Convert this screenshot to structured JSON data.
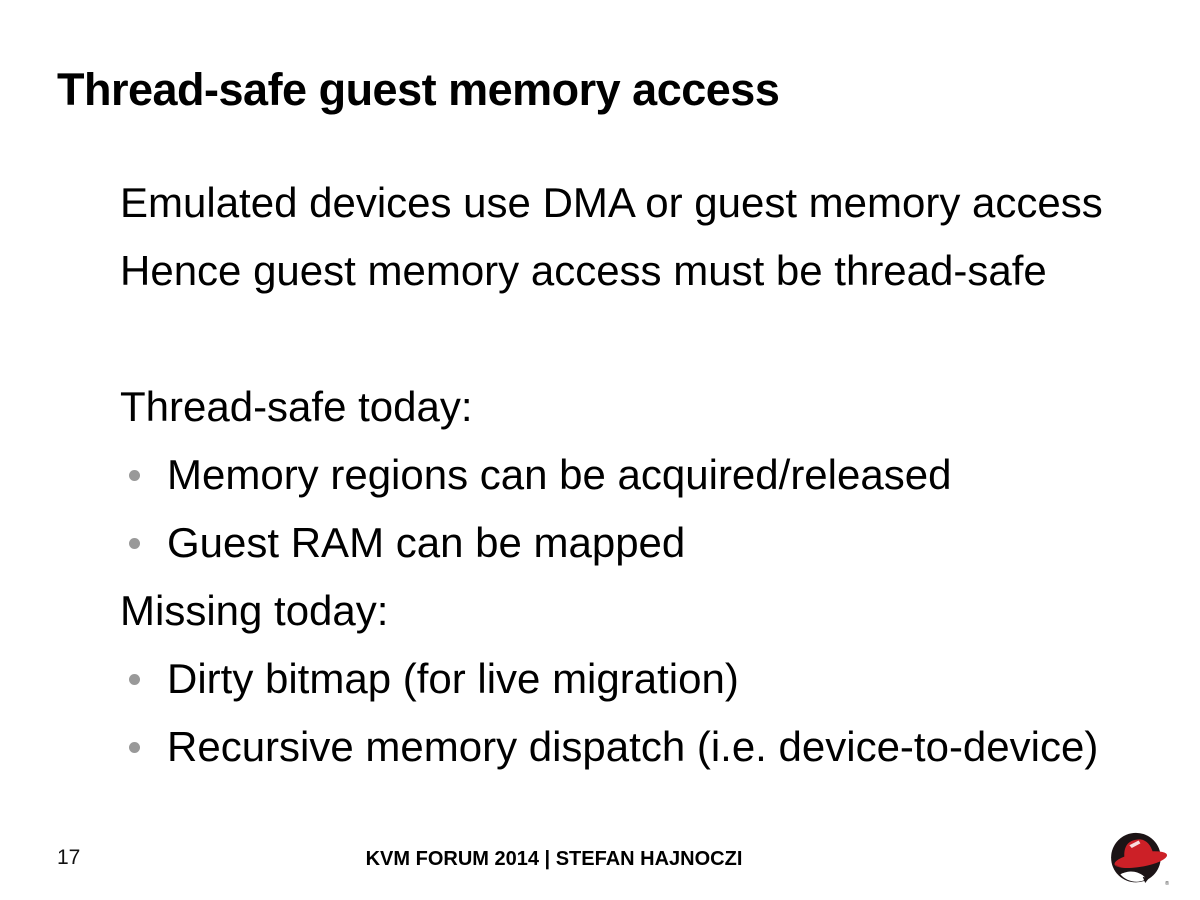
{
  "slide": {
    "title": "Thread-safe guest memory access"
  },
  "content": {
    "lines": [
      {
        "type": "text",
        "text": "Emulated devices use DMA or guest memory access"
      },
      {
        "type": "text",
        "text": "Hence guest memory access must be thread-safe"
      },
      {
        "type": "spacer",
        "text": ""
      },
      {
        "type": "text",
        "text": "Thread-safe today:"
      },
      {
        "type": "bullet",
        "text": "Memory regions can be acquired/released"
      },
      {
        "type": "bullet",
        "text": "Guest RAM can be mapped"
      },
      {
        "type": "text",
        "text": "Missing today:"
      },
      {
        "type": "bullet",
        "text": "Dirty bitmap (for live migration)"
      },
      {
        "type": "bullet",
        "text": "Recursive memory dispatch (i.e. device-to-device)"
      }
    ]
  },
  "footer": {
    "page_number": "17",
    "text": "KVM FORUM 2014 | STEFAN HAJNOCZI"
  },
  "logo": {
    "name": "Red Hat Shadowman logo",
    "registered_mark": "®"
  },
  "colors": {
    "background": "#ffffff",
    "text": "#000000",
    "bullet": "#999999",
    "logo_red": "#cc2027",
    "logo_dark": "#1c1416"
  }
}
